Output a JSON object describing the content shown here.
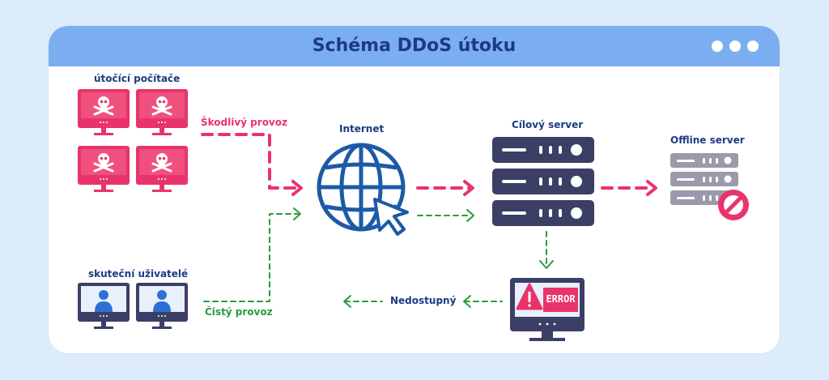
{
  "title": "Schéma DDoS útoku",
  "labels": {
    "attackers": "útočící počítače",
    "malicious_traffic": "Škodlivý provoz",
    "internet": "Internet",
    "target_server": "Cílový server",
    "offline_server": "Offline server",
    "real_users": "skuteční uživatelé",
    "clean_traffic": "Čistý provoz",
    "unavailable": "Nedostupný",
    "error": "ERROR"
  },
  "colors": {
    "background": "#dcecfb",
    "titlebar": "#7aaef0",
    "navy": "#1c3b84",
    "pink": "#e8346b",
    "green": "#2b9a3e",
    "server_dark": "#3b3f66",
    "server_offline": "#9a9aac"
  }
}
